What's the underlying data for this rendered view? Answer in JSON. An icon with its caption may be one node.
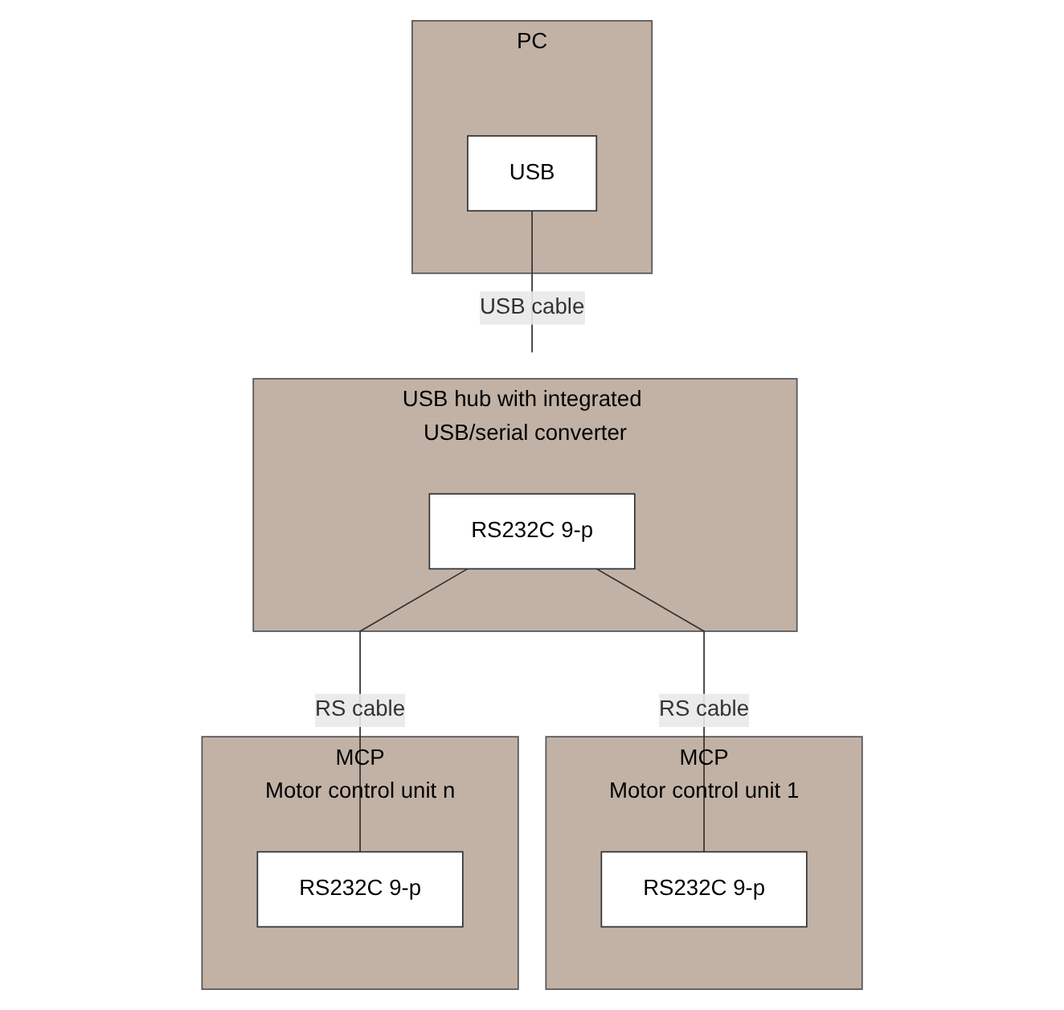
{
  "diagram": {
    "nodes": [
      {
        "text": [
          "PC"
        ]
      },
      {
        "text": [
          "USB"
        ],
        "in": 0
      },
      {
        "text": [
          "MCP",
          "Motor control unit 1"
        ]
      },
      {
        "text": [
          "RS232C 9-p"
        ],
        "in": 2
      },
      {
        "text": [
          "USB hub with integrated USB/serial converter"
        ]
      },
      {
        "text": [
          "RS232C 9-p"
        ],
        "in": 4
      },
      {
        "text": [
          "MCP",
          "Motor control unit n"
        ]
      },
      {
        "text": [
          "RS232C 9-p"
        ],
        "in": 6
      }
    ],
    "edges": [
      {
        "from": 1,
        "to": 4,
        "arrow": "none",
        "label": "USB cable"
      },
      {
        "from": 5,
        "to": 3,
        "arrow": "none",
        "label": "RS cable"
      },
      {
        "from": 5,
        "to": 7,
        "arrow": "none",
        "label": "RS cable"
      }
    ]
  }
}
